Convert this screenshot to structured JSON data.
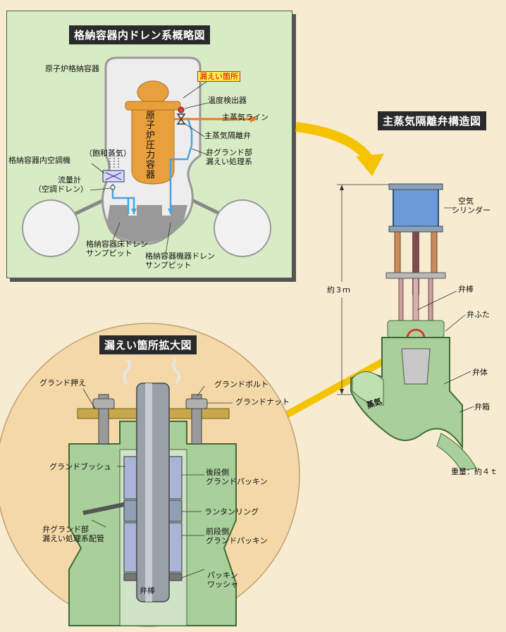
{
  "diagram_a": {
    "title": "格納容器内ドレン系概略図",
    "containment": "原子炉格納容器",
    "leak_point": "漏えい箇所",
    "temp_detector": "温度検出器",
    "main_steam_line": "主蒸気ライン",
    "msiv": "主蒸気隔離弁",
    "gland_leak_line1": "弁グランド部",
    "gland_leak_line2": "漏えい処理系",
    "hvac_unit": "格納容器内空調機",
    "saturated_steam": "（飽和蒸気）",
    "flowmeter1": "流量計",
    "flowmeter2": "（空調ドレン）",
    "floor_drain1": "格納容器床ドレン",
    "floor_drain2": "サンプピット",
    "equip_drain1": "格納容器機器ドレン",
    "equip_drain2": "サンプピット",
    "rpv": "原子炉圧力容器"
  },
  "diagram_b": {
    "title": "主蒸気隔離弁構造図",
    "air_cylinder1": "空気",
    "air_cylinder2": "シリンダー",
    "height": "約３ｍ",
    "stem": "弁棒",
    "bonnet": "弁ふた",
    "body": "弁体",
    "casing": "弁箱",
    "steam": "蒸気",
    "weight": "重量：約４ｔ"
  },
  "diagram_c": {
    "title": "漏えい箇所拡大図",
    "gland_retainer": "グランド押え",
    "gland_bolt": "グランドボルト",
    "gland_nut": "グランドナット",
    "gland_bush": "グランドブッシュ",
    "rear_packing1": "後段側",
    "rear_packing2": "グランドパッキン",
    "lantern_ring": "ランタンリング",
    "front_packing1": "前段側",
    "front_packing2": "グランドパッキン",
    "gland_leak_pipe1": "弁グランド部",
    "gland_leak_pipe2": "漏えい処理系配管",
    "packing_washer1": "パッキン",
    "packing_washer2": "ワッシャ",
    "stem": "弁棒"
  },
  "colors": {
    "panel_bg": "#d7ecc4",
    "page_bg": "#f7ecd2",
    "rpv": "#e8a03c",
    "valve_green": "#a9cf9b",
    "drain_line": "#4aa3e0",
    "steam_line": "#f07a1e",
    "arrow_yellow": "#f5c400",
    "circle_bg": "#f4d8a8"
  }
}
